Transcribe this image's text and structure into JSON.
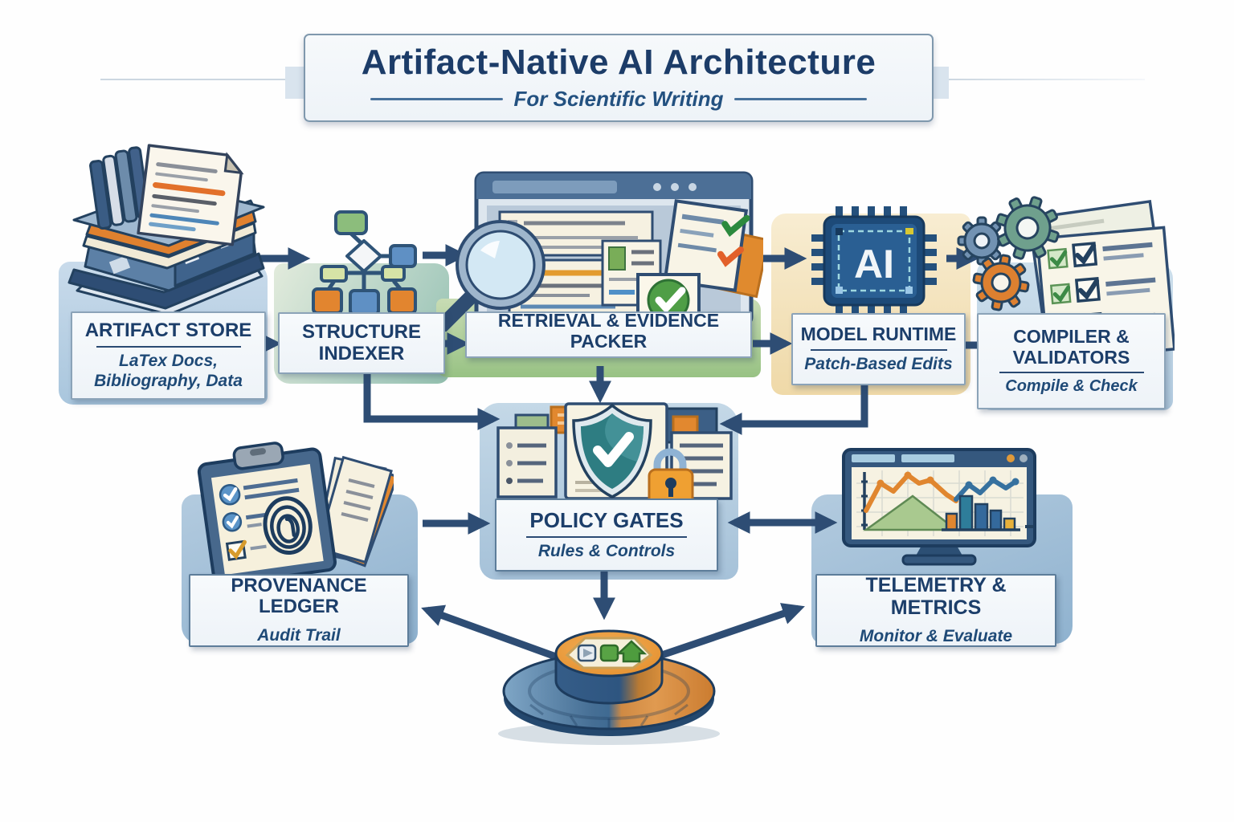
{
  "header": {
    "title": "Artifact-Native AI Architecture",
    "subtitle": "For Scientific Writing"
  },
  "nodes": {
    "artifact_store": {
      "title": "ARTIFACT STORE",
      "line1": "LaTex Docs,",
      "line2": "Bibliography, Data"
    },
    "structure_indexer": {
      "line1": "STRUCTURE",
      "line2": "INDEXER"
    },
    "retrieval_packer": {
      "title": "RETRIEVAL & EVIDENCE PACKER"
    },
    "model_runtime": {
      "title": "MODEL RUNTIME",
      "subtitle": "Patch-Based Edits"
    },
    "compiler_validators": {
      "line1": "COMPILER &",
      "line2": "VALIDATORS",
      "subtitle": "Compile & Check"
    },
    "policy_gates": {
      "title": "POLICY GATES",
      "subtitle": "Rules & Controls"
    },
    "provenance_ledger": {
      "title": "PROVENANCE LEDGER",
      "subtitle": "Audit Trail"
    },
    "telemetry_metrics": {
      "title": "TELEMETRY & METRICS",
      "subtitle": "Monitor & Evaluate"
    }
  },
  "ai_chip": {
    "label": "AI"
  },
  "icons": [
    "book-stack-icon",
    "tree-indexer-icon",
    "magnifier-icon",
    "browser-window-icon",
    "evidence-docs-icon",
    "green-check-icon",
    "ai-chip-icon",
    "gears-icon",
    "checklist-icon",
    "shield-check-icon",
    "padlock-icon",
    "documents-icon",
    "clipboard-icon",
    "fingerprint-icon",
    "monitor-chart-icon",
    "hub-platform-icon"
  ],
  "colors": {
    "navy_text": "#1c3e6a",
    "arrow": "#2e4d74",
    "label_bg": "#f4f7fa",
    "label_border": "#8ba3b8",
    "wash_blue": "#b7cfe2",
    "wash_green": "#a9cf96",
    "wash_tan": "#f4e4bd",
    "orange": "#e0862f",
    "green": "#6fae62",
    "blue": "#4e86bd",
    "teal_shield": "#2e7d82",
    "lock_orange": "#efa032"
  }
}
